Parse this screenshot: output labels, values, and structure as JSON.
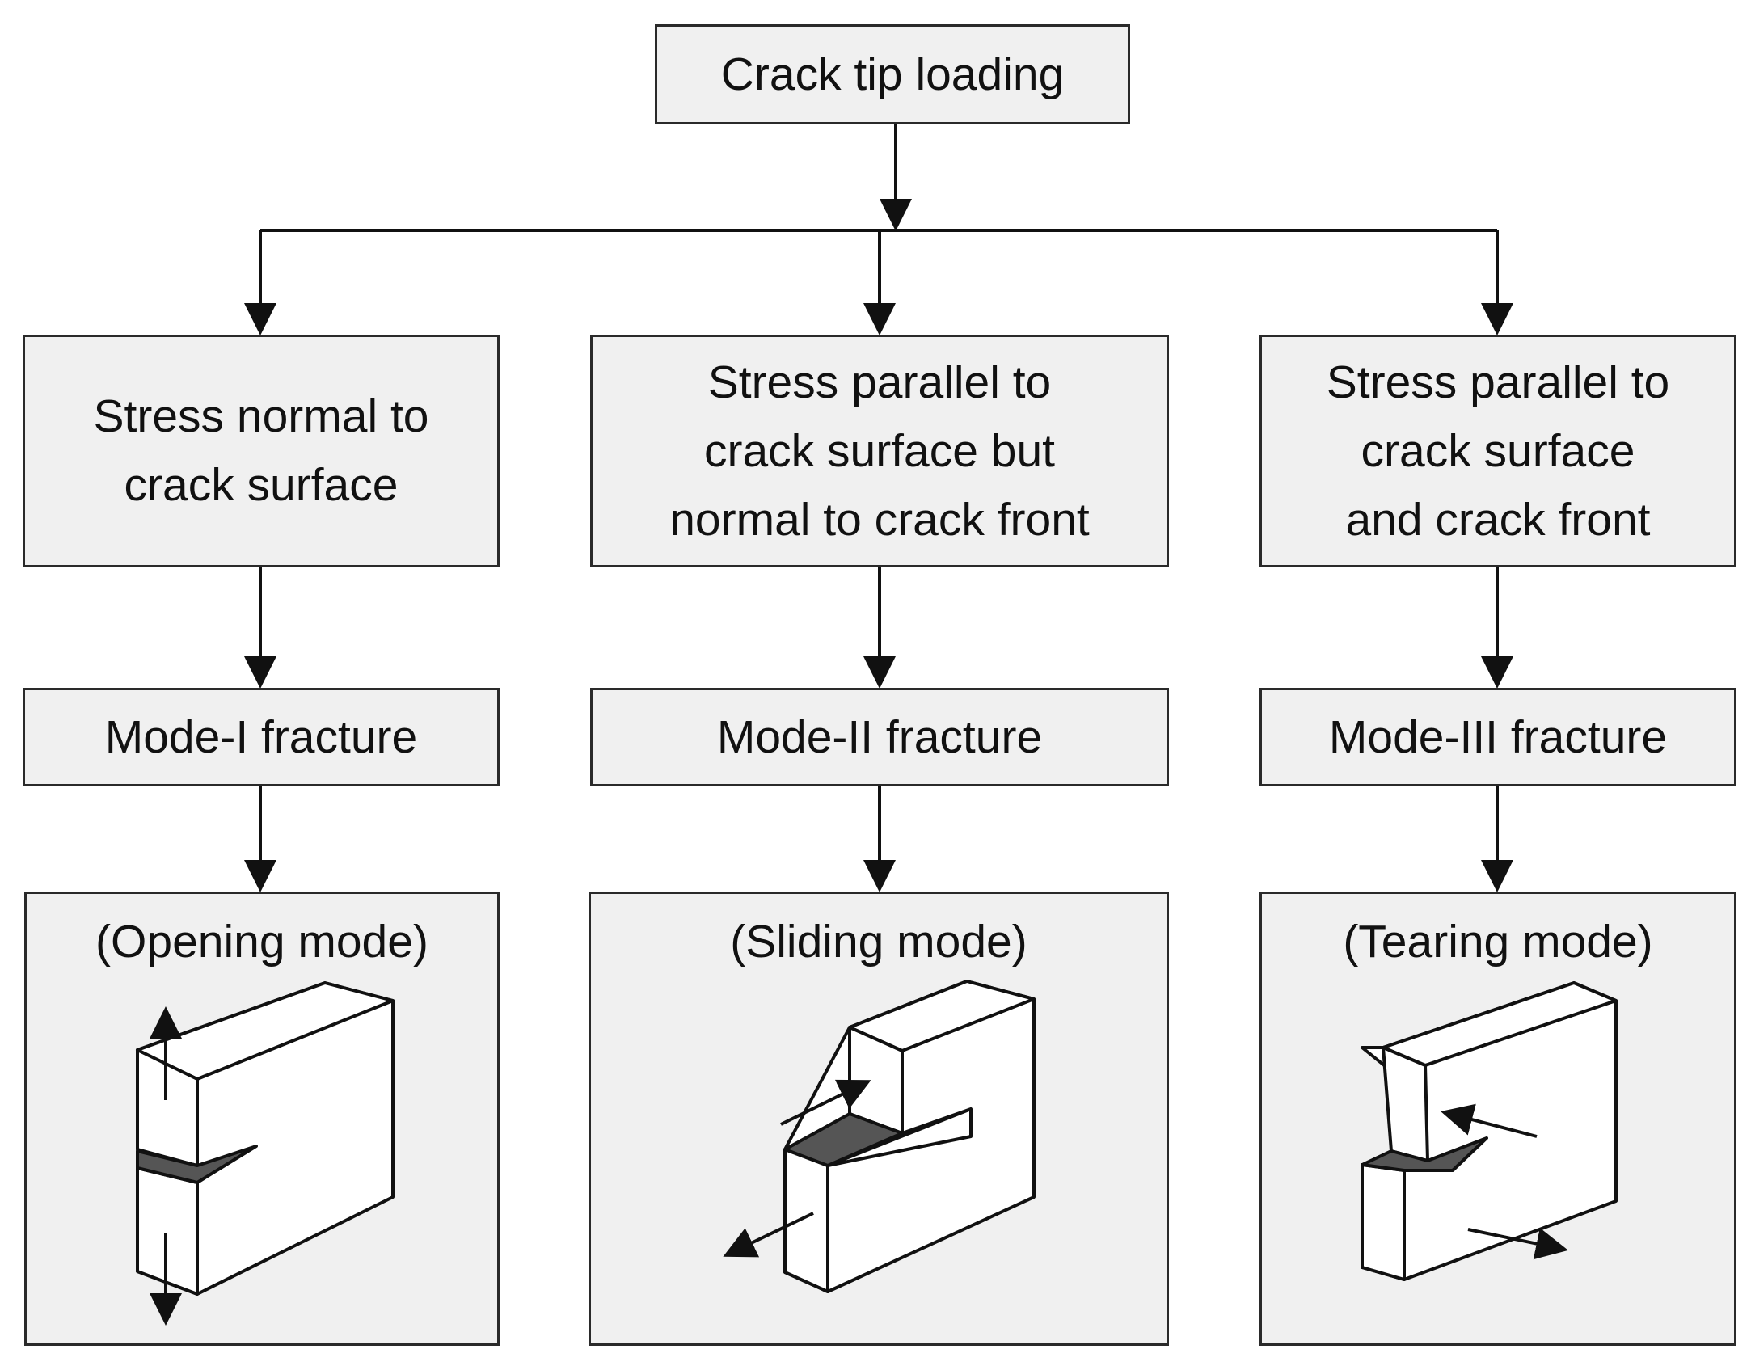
{
  "root": {
    "label": "Crack tip loading"
  },
  "columns": [
    {
      "condition": "Stress normal to\ncrack surface",
      "mode": "Mode-I fracture",
      "illustration_caption": "(Opening mode)",
      "icon": "opening-mode-block-icon"
    },
    {
      "condition": "Stress parallel to\ncrack surface but\nnormal to crack front",
      "mode": "Mode-II fracture",
      "illustration_caption": "(Sliding mode)",
      "icon": "sliding-mode-block-icon"
    },
    {
      "condition": "Stress parallel to\ncrack surface\nand crack front",
      "mode": "Mode-III fracture",
      "illustration_caption": "(Tearing mode)",
      "icon": "tearing-mode-block-icon"
    }
  ],
  "colors": {
    "box_fill": "#f0f0f0",
    "stroke": "#2a2a2a",
    "crack_fill": "#555555"
  }
}
